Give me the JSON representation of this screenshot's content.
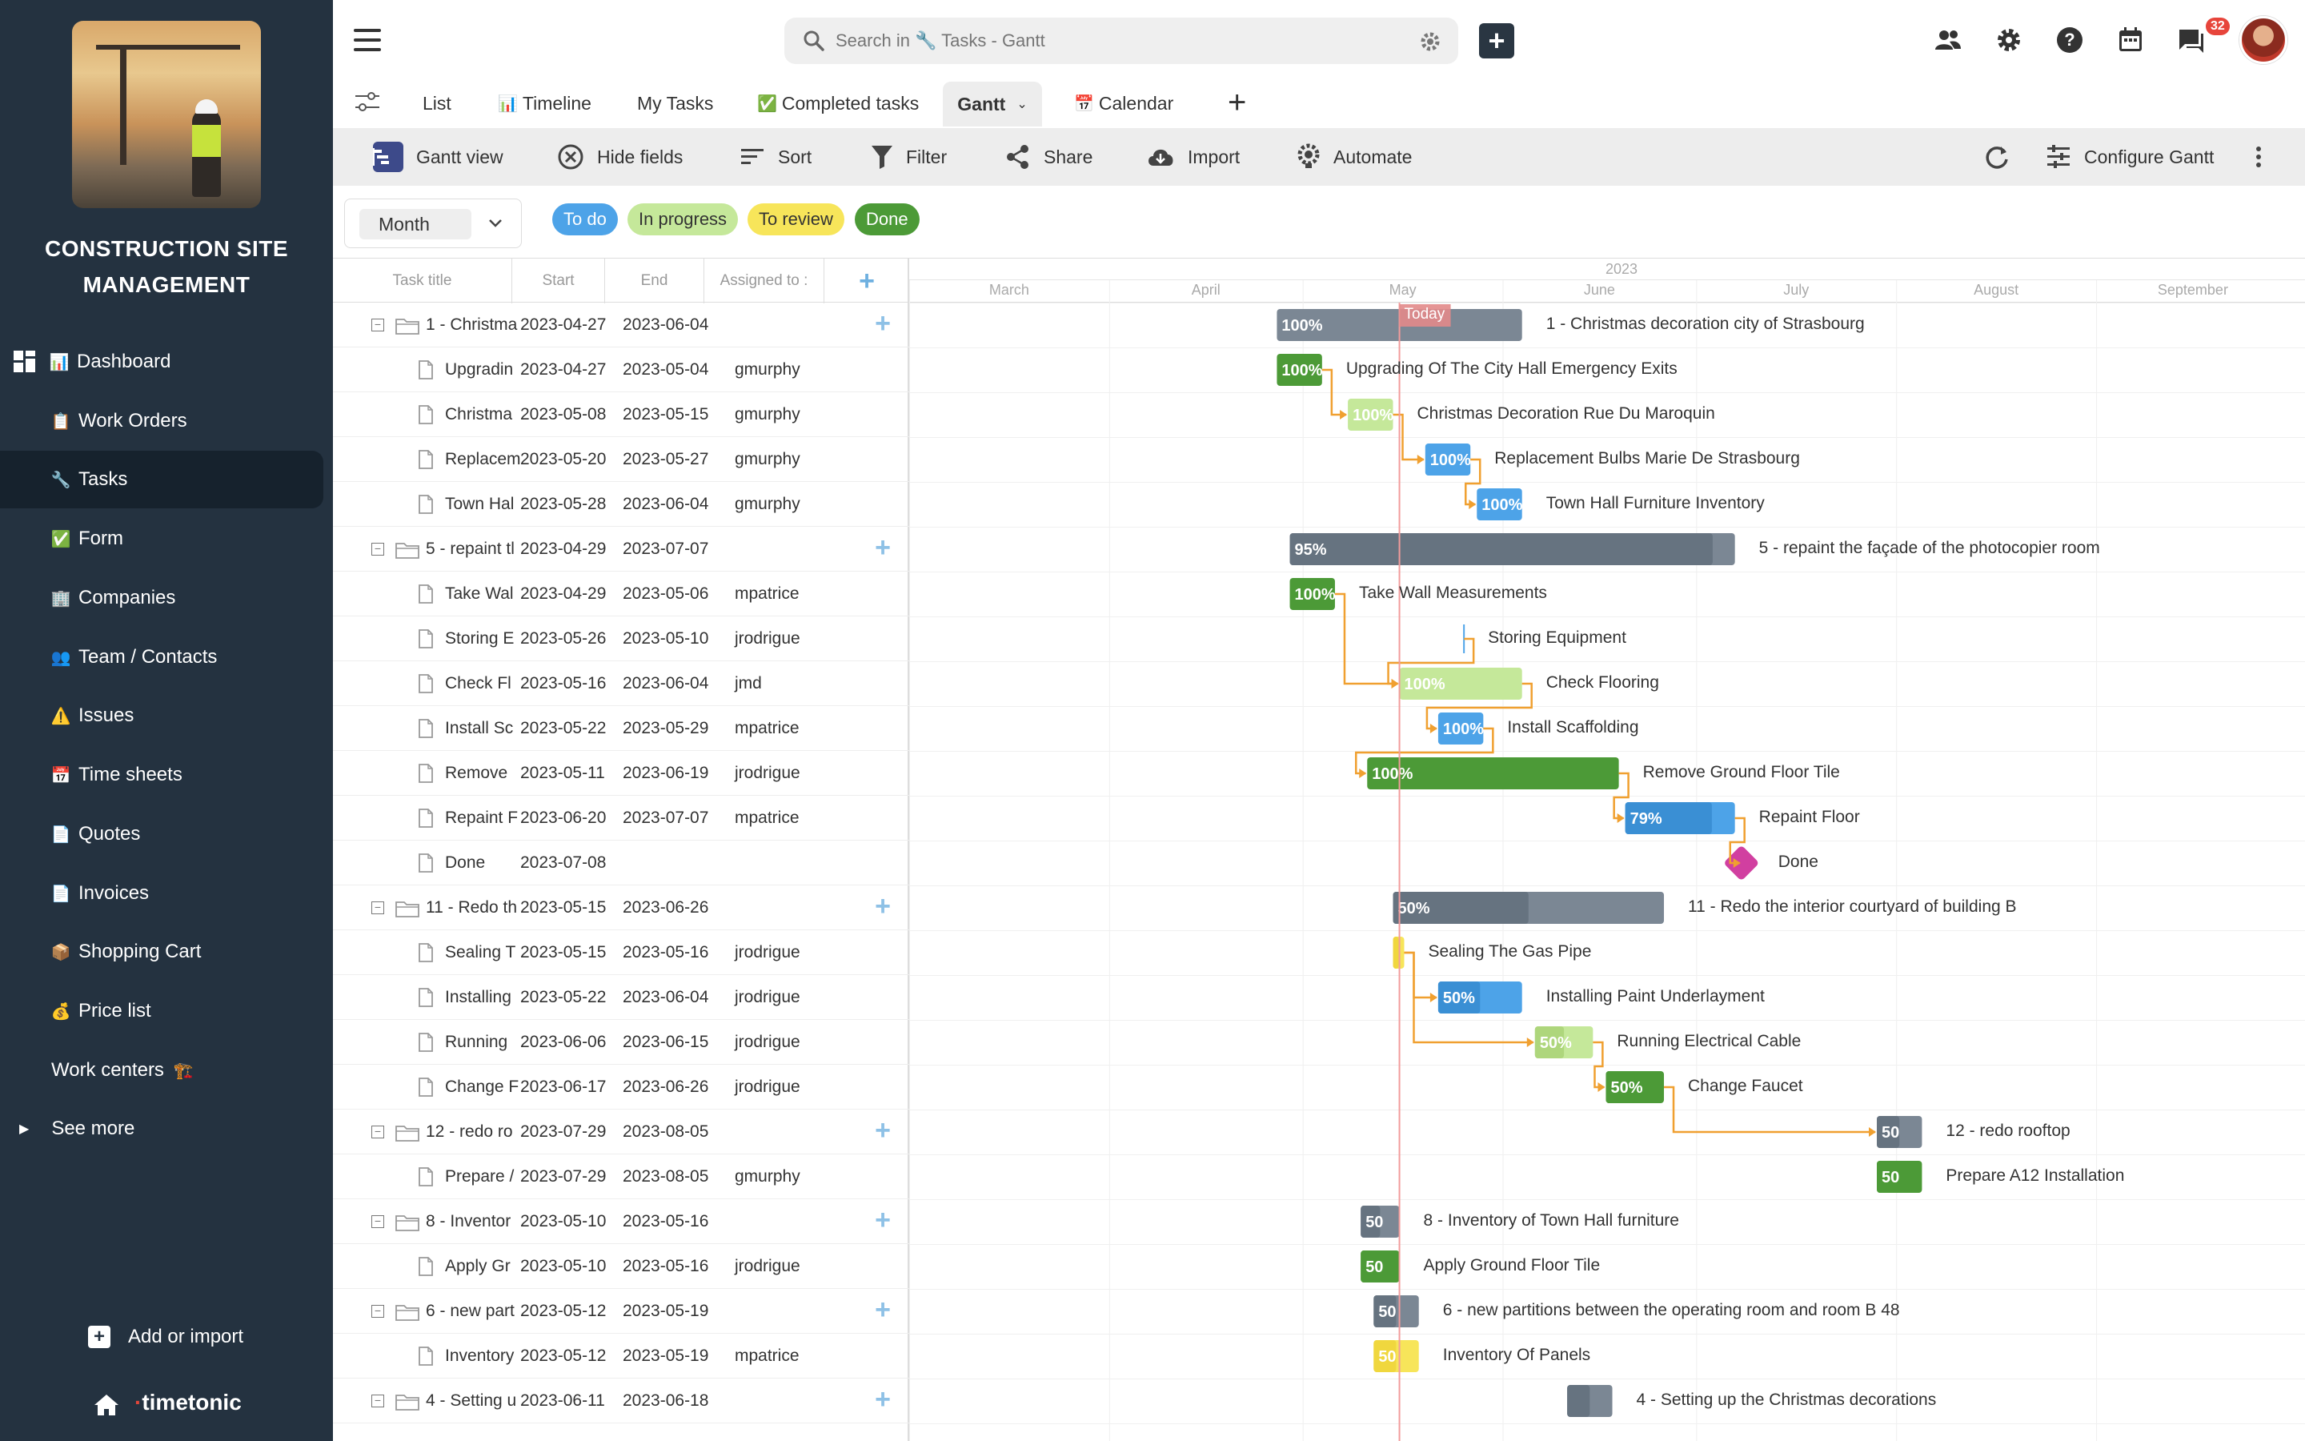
{
  "app": {
    "title_line1": "CONSTRUCTION SITE",
    "title_line2": "MANAGEMENT",
    "brand": "timetonic",
    "brand_prefix": "·",
    "add_or_import": "Add or import"
  },
  "sidebar": {
    "items": [
      {
        "label": "Dashboard",
        "icon": "📊",
        "icon_name": "chart-icon"
      },
      {
        "label": "Work Orders",
        "icon": "📋",
        "icon_name": "clipboard-icon"
      },
      {
        "label": "Tasks",
        "icon": "🔧",
        "icon_name": "wrench-icon"
      },
      {
        "label": "Form",
        "icon": "✅",
        "icon_name": "checkmark-icon"
      },
      {
        "label": "Companies",
        "icon": "🏢",
        "icon_name": "building-icon"
      },
      {
        "label": "Team / Contacts",
        "icon": "👥",
        "icon_name": "people-icon"
      },
      {
        "label": "Issues",
        "icon": "⚠️",
        "icon_name": "warning-icon"
      },
      {
        "label": "Time sheets",
        "icon": "📅",
        "icon_name": "calendar-icon"
      },
      {
        "label": "Quotes",
        "icon": "📄",
        "icon_name": "document-icon"
      },
      {
        "label": "Invoices",
        "icon": "📄",
        "icon_name": "document-icon"
      },
      {
        "label": "Shopping Cart",
        "icon": "📦",
        "icon_name": "package-icon"
      },
      {
        "label": "Price list",
        "icon": "💰",
        "icon_name": "money-bag-icon"
      },
      {
        "label": "Work centers",
        "icon": "🏗️",
        "icon_name": "construction-icon"
      },
      {
        "label": "See more",
        "icon": "▶",
        "icon_name": "caret-right-icon"
      }
    ],
    "active_index": 2
  },
  "topbar": {
    "search_placeholder": "Search in 🔧 Tasks - Gantt",
    "notification_count": "32"
  },
  "tabs": [
    {
      "label": "List",
      "icon": ""
    },
    {
      "label": "Timeline",
      "icon": "📊"
    },
    {
      "label": "My Tasks",
      "icon": ""
    },
    {
      "label": "Completed tasks",
      "icon": "✅"
    },
    {
      "label": "Gantt",
      "icon": ""
    },
    {
      "label": "Calendar",
      "icon": "📅"
    }
  ],
  "toolbar": {
    "gantt_view": "Gantt view",
    "hide_fields": "Hide fields",
    "sort": "Sort",
    "filter": "Filter",
    "share": "Share",
    "import": "Import",
    "automate": "Automate",
    "configure": "Configure Gantt"
  },
  "filters": {
    "scale": "Month",
    "legend": [
      {
        "label": "To do",
        "bg": "#4da3e8",
        "fg": "#ffffff"
      },
      {
        "label": "In progress",
        "bg": "#c5e89a",
        "fg": "#333333"
      },
      {
        "label": "To review",
        "bg": "#f7e55a",
        "fg": "#333333"
      },
      {
        "label": "Done",
        "bg": "#4c9a37",
        "fg": "#ffffff"
      }
    ]
  },
  "grid": {
    "columns": [
      "Task title",
      "Start",
      "End",
      "Assigned to :"
    ],
    "rows": [
      {
        "title": "1 - Christma",
        "start": "2023-04-27",
        "end": "2023-06-04",
        "assigned": "",
        "group": true
      },
      {
        "title": "Upgradin",
        "start": "2023-04-27",
        "end": "2023-05-04",
        "assigned": "gmurphy",
        "group": false
      },
      {
        "title": "Christma",
        "start": "2023-05-08",
        "end": "2023-05-15",
        "assigned": "gmurphy",
        "group": false
      },
      {
        "title": "Replacem",
        "start": "2023-05-20",
        "end": "2023-05-27",
        "assigned": "gmurphy",
        "group": false
      },
      {
        "title": "Town Hal",
        "start": "2023-05-28",
        "end": "2023-06-04",
        "assigned": "gmurphy",
        "group": false
      },
      {
        "title": "5 - repaint tl",
        "start": "2023-04-29",
        "end": "2023-07-07",
        "assigned": "",
        "group": true
      },
      {
        "title": "Take Wal",
        "start": "2023-04-29",
        "end": "2023-05-06",
        "assigned": "mpatrice",
        "group": false
      },
      {
        "title": "Storing E",
        "start": "2023-05-26",
        "end": "2023-05-10",
        "assigned": "jrodrigue",
        "group": false
      },
      {
        "title": "Check Fl",
        "start": "2023-05-16",
        "end": "2023-06-04",
        "assigned": "jmd",
        "group": false
      },
      {
        "title": "Install Sc",
        "start": "2023-05-22",
        "end": "2023-05-29",
        "assigned": "mpatrice",
        "group": false
      },
      {
        "title": "Remove",
        "start": "2023-05-11",
        "end": "2023-06-19",
        "assigned": "jrodrigue",
        "group": false
      },
      {
        "title": "Repaint F",
        "start": "2023-06-20",
        "end": "2023-07-07",
        "assigned": "mpatrice",
        "group": false
      },
      {
        "title": "Done",
        "start": "2023-07-08",
        "end": "",
        "assigned": "",
        "group": false
      },
      {
        "title": "11 - Redo th",
        "start": "2023-05-15",
        "end": "2023-06-26",
        "assigned": "",
        "group": true
      },
      {
        "title": "Sealing T",
        "start": "2023-05-15",
        "end": "2023-05-16",
        "assigned": "jrodrigue",
        "group": false
      },
      {
        "title": "Installing",
        "start": "2023-05-22",
        "end": "2023-06-04",
        "assigned": "jrodrigue",
        "group": false
      },
      {
        "title": "Running",
        "start": "2023-06-06",
        "end": "2023-06-15",
        "assigned": "jrodrigue",
        "group": false
      },
      {
        "title": "Change F",
        "start": "2023-06-17",
        "end": "2023-06-26",
        "assigned": "jrodrigue",
        "group": false
      },
      {
        "title": "12 - redo ro",
        "start": "2023-07-29",
        "end": "2023-08-05",
        "assigned": "",
        "group": true
      },
      {
        "title": "Prepare /",
        "start": "2023-07-29",
        "end": "2023-08-05",
        "assigned": "gmurphy",
        "group": false
      },
      {
        "title": "8 - Inventor",
        "start": "2023-05-10",
        "end": "2023-05-16",
        "assigned": "",
        "group": true
      },
      {
        "title": "Apply Gr",
        "start": "2023-05-10",
        "end": "2023-05-16",
        "assigned": "jrodrigue",
        "group": false
      },
      {
        "title": "6 - new part",
        "start": "2023-05-12",
        "end": "2023-05-19",
        "assigned": "",
        "group": true
      },
      {
        "title": "Inventory",
        "start": "2023-05-12",
        "end": "2023-05-19",
        "assigned": "mpatrice",
        "group": false
      },
      {
        "title": "4 - Setting u",
        "start": "2023-06-11",
        "end": "2023-06-18",
        "assigned": "",
        "group": true
      }
    ]
  },
  "gantt": {
    "year": "2023",
    "today_label": "Today",
    "today": "2023-05-16",
    "months": [
      {
        "label": "March",
        "start": "2023-03-01"
      },
      {
        "label": "April",
        "start": "2023-04-01"
      },
      {
        "label": "May",
        "start": "2023-05-01"
      },
      {
        "label": "June",
        "start": "2023-06-01"
      },
      {
        "label": "July",
        "start": "2023-07-01"
      },
      {
        "label": "August",
        "start": "2023-08-01"
      },
      {
        "label": "September",
        "start": "2023-09-01"
      }
    ],
    "colors": {
      "group": "#7b8794",
      "group_progress": "#667380",
      "todo": "#4da3e8",
      "todo_progress": "#3a8fd4",
      "inprogress": "#c5e89a",
      "inprogress_progress": "#aed67c",
      "review": "#f7e55a",
      "review_progress": "#f0d73e",
      "done": "#4c9a37",
      "milestone": "#d13fa0",
      "link": "#f0a030",
      "today_line": "#f29c9c"
    },
    "bars": [
      {
        "name": "1 - Christmas decoration city of Strasbourg",
        "start": "2023-04-27",
        "end": "2023-06-04",
        "progress": 100,
        "label": "100%",
        "status": "group"
      },
      {
        "name": "Upgrading Of The City Hall Emergency Exits",
        "start": "2023-04-27",
        "end": "2023-05-04",
        "progress": 100,
        "label": "100%",
        "status": "done"
      },
      {
        "name": "Christmas Decoration Rue Du Maroquin",
        "start": "2023-05-08",
        "end": "2023-05-15",
        "progress": 100,
        "label": "100%",
        "status": "inprogress"
      },
      {
        "name": "Replacement Bulbs Marie De Strasbourg",
        "start": "2023-05-20",
        "end": "2023-05-27",
        "progress": 100,
        "label": "100%",
        "status": "todo"
      },
      {
        "name": "Town Hall Furniture Inventory",
        "start": "2023-05-28",
        "end": "2023-06-04",
        "progress": 100,
        "label": "100%",
        "status": "todo"
      },
      {
        "name": "5 - repaint the façade of the photocopier room",
        "start": "2023-04-29",
        "end": "2023-07-07",
        "progress": 95,
        "label": "95%",
        "status": "group"
      },
      {
        "name": "Take Wall Measurements",
        "start": "2023-04-29",
        "end": "2023-05-06",
        "progress": 100,
        "label": "100%",
        "status": "done"
      },
      {
        "name": "Storing Equipment",
        "start": "2023-05-26",
        "end": "2023-05-26",
        "progress": 0,
        "label": "",
        "status": "todo"
      },
      {
        "name": "Check Flooring",
        "start": "2023-05-16",
        "end": "2023-06-04",
        "progress": 100,
        "label": "100%",
        "status": "inprogress"
      },
      {
        "name": "Install Scaffolding",
        "start": "2023-05-22",
        "end": "2023-05-29",
        "progress": 100,
        "label": "100%",
        "status": "todo"
      },
      {
        "name": "Remove Ground Floor Tile",
        "start": "2023-05-11",
        "end": "2023-06-19",
        "progress": 100,
        "label": "100%",
        "status": "done"
      },
      {
        "name": "Repaint Floor",
        "start": "2023-06-20",
        "end": "2023-07-07",
        "progress": 79,
        "label": "79%",
        "status": "todo"
      },
      {
        "name": "Done",
        "start": "2023-07-08",
        "end": "2023-07-08",
        "progress": 0,
        "label": "",
        "status": "milestone"
      },
      {
        "name": "11 - Redo the interior courtyard of building B",
        "start": "2023-05-15",
        "end": "2023-06-26",
        "progress": 50,
        "label": "50%",
        "status": "group"
      },
      {
        "name": "Sealing The Gas Pipe",
        "start": "2023-05-15",
        "end": "2023-05-16",
        "progress": 50,
        "label": "",
        "status": "review"
      },
      {
        "name": "Installing Paint Underlayment",
        "start": "2023-05-22",
        "end": "2023-06-04",
        "progress": 50,
        "label": "50%",
        "status": "todo"
      },
      {
        "name": "Running Electrical Cable",
        "start": "2023-06-06",
        "end": "2023-06-15",
        "progress": 50,
        "label": "50%",
        "status": "inprogress"
      },
      {
        "name": "Change Faucet",
        "start": "2023-06-17",
        "end": "2023-06-26",
        "progress": 50,
        "label": "50%",
        "status": "done"
      },
      {
        "name": "12 - redo rooftop",
        "start": "2023-07-29",
        "end": "2023-08-05",
        "progress": 50,
        "label": "50",
        "status": "group"
      },
      {
        "name": "Prepare A12 Installation",
        "start": "2023-07-29",
        "end": "2023-08-05",
        "progress": 50,
        "label": "50",
        "status": "done"
      },
      {
        "name": "8 - Inventory of Town Hall furniture",
        "start": "2023-05-10",
        "end": "2023-05-16",
        "progress": 50,
        "label": "50",
        "status": "group"
      },
      {
        "name": "Apply Ground Floor Tile",
        "start": "2023-05-10",
        "end": "2023-05-16",
        "progress": 50,
        "label": "50",
        "status": "done"
      },
      {
        "name": "6 - new partitions between the operating room and room B 48",
        "start": "2023-05-12",
        "end": "2023-05-19",
        "progress": 50,
        "label": "50",
        "status": "group"
      },
      {
        "name": "Inventory Of Panels",
        "start": "2023-05-12",
        "end": "2023-05-19",
        "progress": 50,
        "label": "50",
        "status": "review"
      },
      {
        "name": "4 - Setting up the Christmas decorations",
        "start": "2023-06-11",
        "end": "2023-06-18",
        "progress": 50,
        "label": "",
        "status": "group"
      }
    ],
    "links": [
      [
        1,
        2
      ],
      [
        2,
        3
      ],
      [
        3,
        4
      ],
      [
        6,
        8
      ],
      [
        7,
        8
      ],
      [
        8,
        9
      ],
      [
        9,
        10
      ],
      [
        10,
        11
      ],
      [
        11,
        12
      ],
      [
        14,
        15
      ],
      [
        14,
        16
      ],
      [
        16,
        17
      ],
      [
        17,
        18
      ]
    ]
  }
}
